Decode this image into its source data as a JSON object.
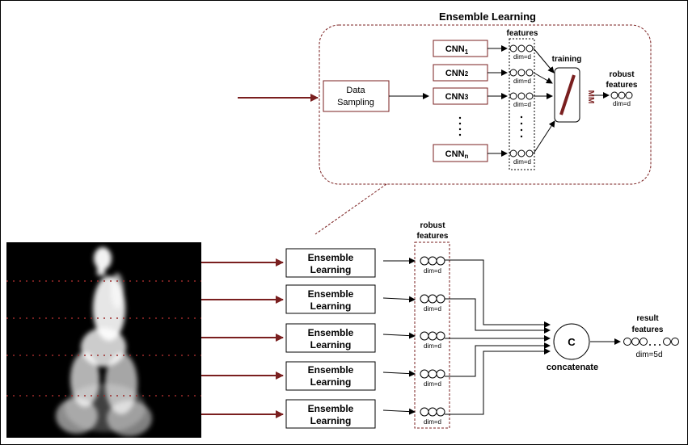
{
  "ensemble": {
    "title": "Ensemble Learning",
    "sampling_line1": "Data",
    "sampling_line2": "Sampling",
    "cnns": [
      {
        "base": "CNN",
        "sub": "1"
      },
      {
        "base": "CNN",
        "sub": "2"
      },
      {
        "base": "CNN",
        "sub": "3"
      },
      {
        "base": "CNN",
        "sub": "n"
      }
    ],
    "features_label": "features",
    "dim_label": "dim=d",
    "training_label": "training",
    "mm_label": "MM",
    "robust_line1": "robust",
    "robust_line2": "features",
    "robust_dim": "dim=d"
  },
  "lower": {
    "block_line1": "Ensemble",
    "block_line2": "Learning",
    "robust_line1": "robust",
    "robust_line2": "features",
    "dim_label": "dim=d",
    "concat_symbol": "C",
    "concat_label": "concatenate",
    "result_line1": "result",
    "result_line2": "features",
    "result_dim": "dim=5d"
  },
  "colors": {
    "accent": "#7a1f1f",
    "line": "#000000"
  }
}
